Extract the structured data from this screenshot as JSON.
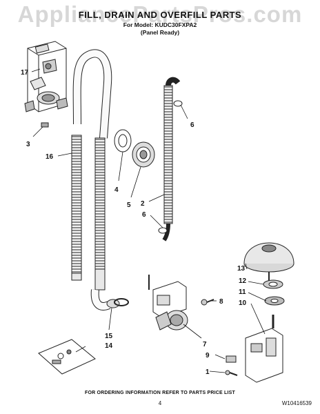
{
  "header": {
    "watermark": "AppliancePartsPros.com",
    "title": "FILL, DRAIN AND OVERFILL PARTS",
    "model_line": "For Model: KUDC30FXPA2",
    "panel_line": "(Panel Ready)"
  },
  "callouts": [
    "17",
    "3",
    "16",
    "6",
    "2",
    "6",
    "4",
    "5",
    "13",
    "12",
    "11",
    "8",
    "10",
    "7",
    "9",
    "1",
    "15",
    "14"
  ],
  "footer": {
    "ordering_info": "FOR ORDERING INFORMATION REFER TO PARTS PRICE LIST",
    "page_number": "4",
    "document_number": "W10416539"
  }
}
